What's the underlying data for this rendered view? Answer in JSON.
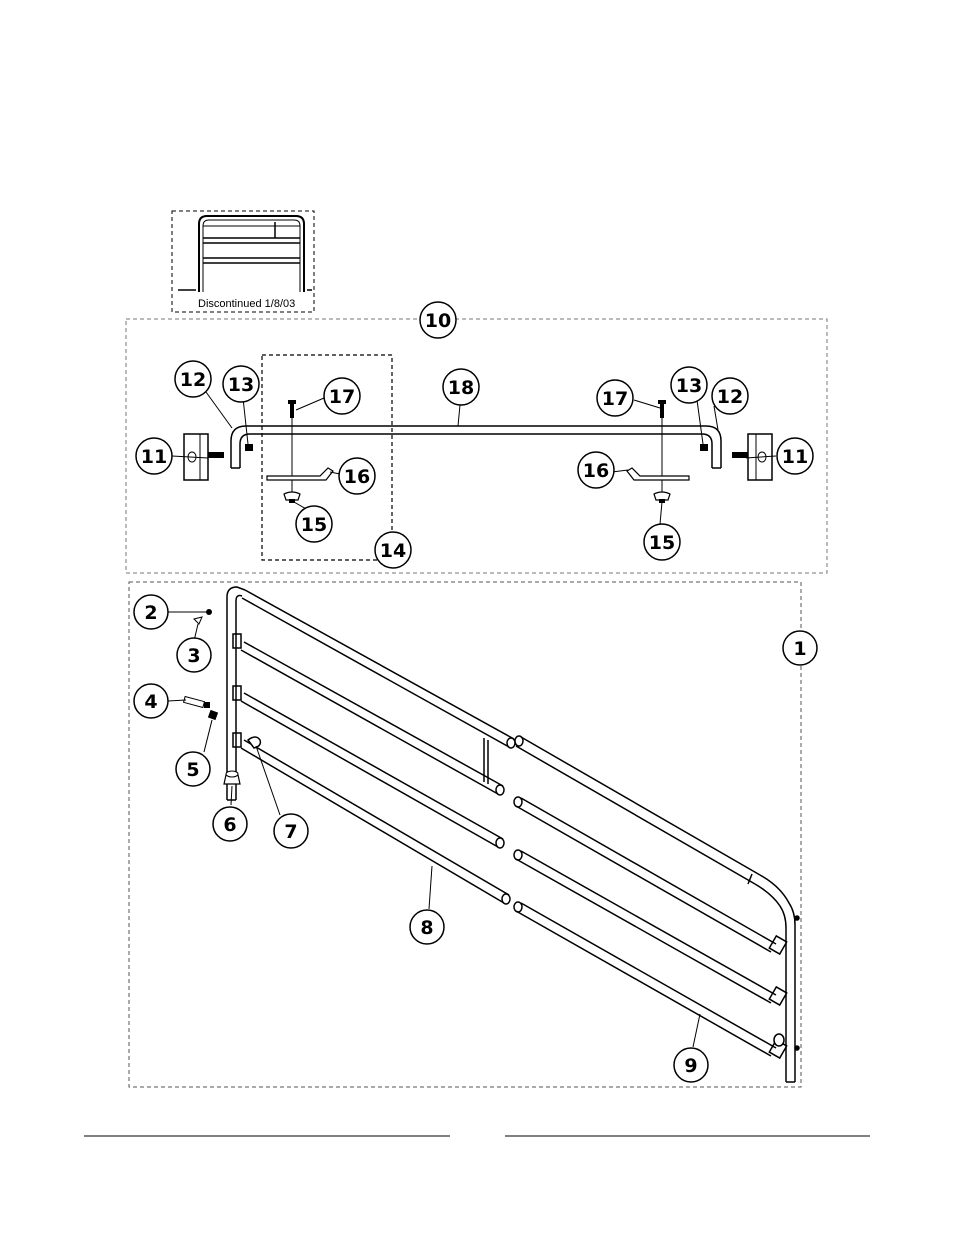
{
  "inset": {
    "caption": "Discontinued 1/8/03"
  },
  "callouts": {
    "c1": "1",
    "c2": "2",
    "c3": "3",
    "c4": "4",
    "c5": "5",
    "c6": "6",
    "c7": "7",
    "c8": "8",
    "c9": "9",
    "c10": "10",
    "c11_left": "11",
    "c11_right": "11",
    "c12_left": "12",
    "c12_right": "12",
    "c13_left": "13",
    "c13_right": "13",
    "c14": "14",
    "c15_left": "15",
    "c15_right": "15",
    "c16_left": "16",
    "c16_right": "16",
    "c17_left": "17",
    "c17_right": "17",
    "c18": "18"
  }
}
